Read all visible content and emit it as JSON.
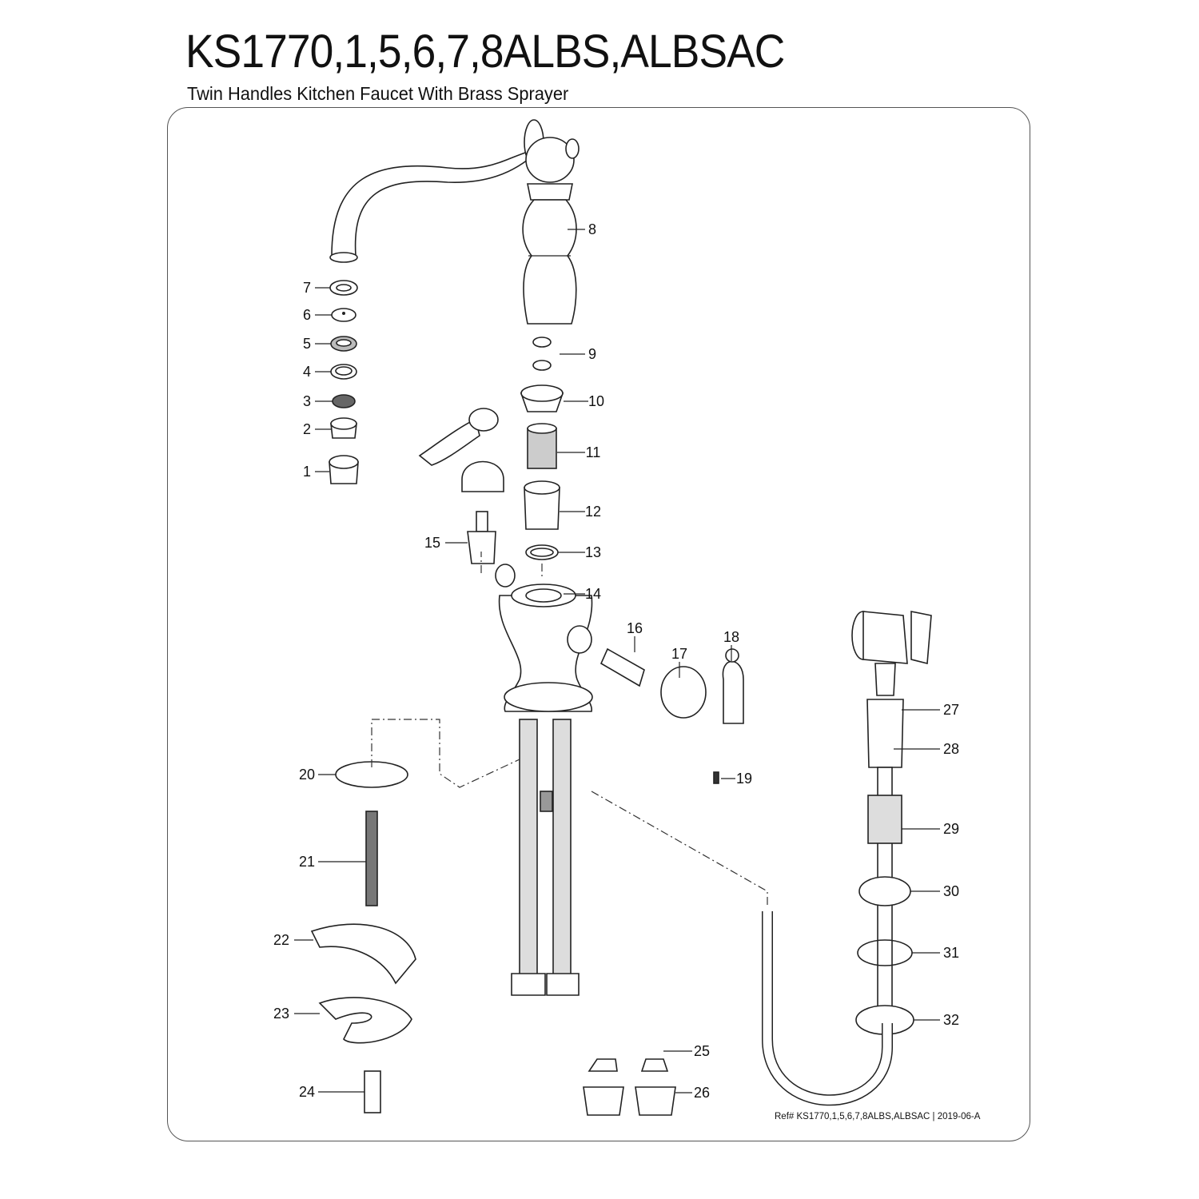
{
  "header": {
    "title": "KS1770,1,5,6,7,8ALBS,ALBSAC",
    "subtitle": "Twin Handles Kitchen Faucet With Brass Sprayer"
  },
  "footer": {
    "reference": "Ref# KS1770,1,5,6,7,8ALBS,ALBSAC | 2019-06-A"
  },
  "part_numbers": [
    "1",
    "2",
    "3",
    "4",
    "5",
    "6",
    "7",
    "8",
    "9",
    "10",
    "11",
    "12",
    "13",
    "14",
    "15",
    "16",
    "17",
    "18",
    "19",
    "20",
    "21",
    "22",
    "23",
    "24",
    "25",
    "26",
    "27",
    "28",
    "29",
    "30",
    "31",
    "32"
  ]
}
